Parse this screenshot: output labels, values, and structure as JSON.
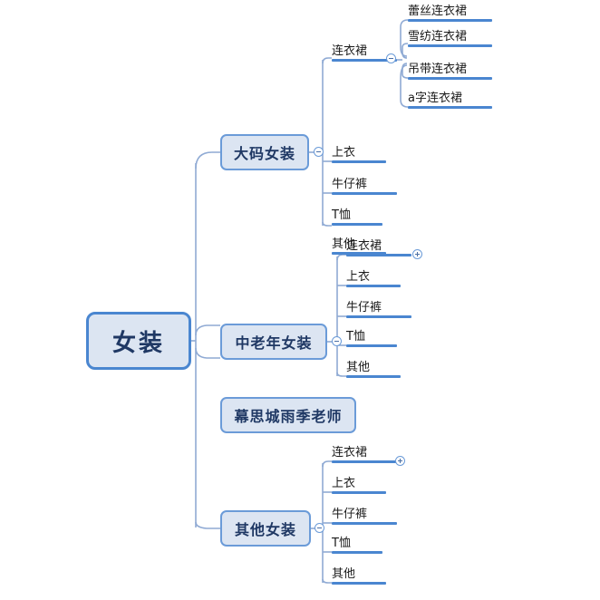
{
  "mindmap": {
    "root": {
      "label": "女装",
      "toggle": null
    },
    "colors": {
      "node_fill": "#dce5f2",
      "root_border": "#4a86d0",
      "branch_border": "#6b9bd8",
      "connector": "#8faad4",
      "leaf_bar": "#4a86d0",
      "text": "#1f3864",
      "leaf_text": "#1a1a1a"
    },
    "branches": [
      {
        "label": "大码女装",
        "toggle": "minus",
        "children": [
          {
            "label": "连衣裙",
            "toggle": "minus",
            "children": [
              {
                "label": "蕾丝连衣裙",
                "toggle": null
              },
              {
                "label": "雪纺连衣裙",
                "toggle": null
              },
              {
                "label": "吊带连衣裙",
                "toggle": null
              },
              {
                "label": "a字连衣裙",
                "toggle": null
              }
            ]
          },
          {
            "label": "上衣",
            "toggle": null
          },
          {
            "label": "牛仔裤",
            "toggle": null
          },
          {
            "label": "T恤",
            "toggle": null
          },
          {
            "label": "其他",
            "toggle": null
          }
        ]
      },
      {
        "label": "中老年女装",
        "toggle": "minus",
        "children": [
          {
            "label": "连衣裙",
            "toggle": "plus"
          },
          {
            "label": "上衣",
            "toggle": null
          },
          {
            "label": "牛仔裤",
            "toggle": null
          },
          {
            "label": "T恤",
            "toggle": null
          },
          {
            "label": "其他",
            "toggle": null
          }
        ]
      },
      {
        "label": "幕思城雨季老师",
        "toggle": null,
        "children": []
      },
      {
        "label": "其他女装",
        "toggle": "minus",
        "children": [
          {
            "label": "连衣裙",
            "toggle": "plus"
          },
          {
            "label": "上衣",
            "toggle": null
          },
          {
            "label": "牛仔裤",
            "toggle": null
          },
          {
            "label": "T恤",
            "toggle": null
          },
          {
            "label": "其他",
            "toggle": null
          }
        ]
      }
    ]
  }
}
